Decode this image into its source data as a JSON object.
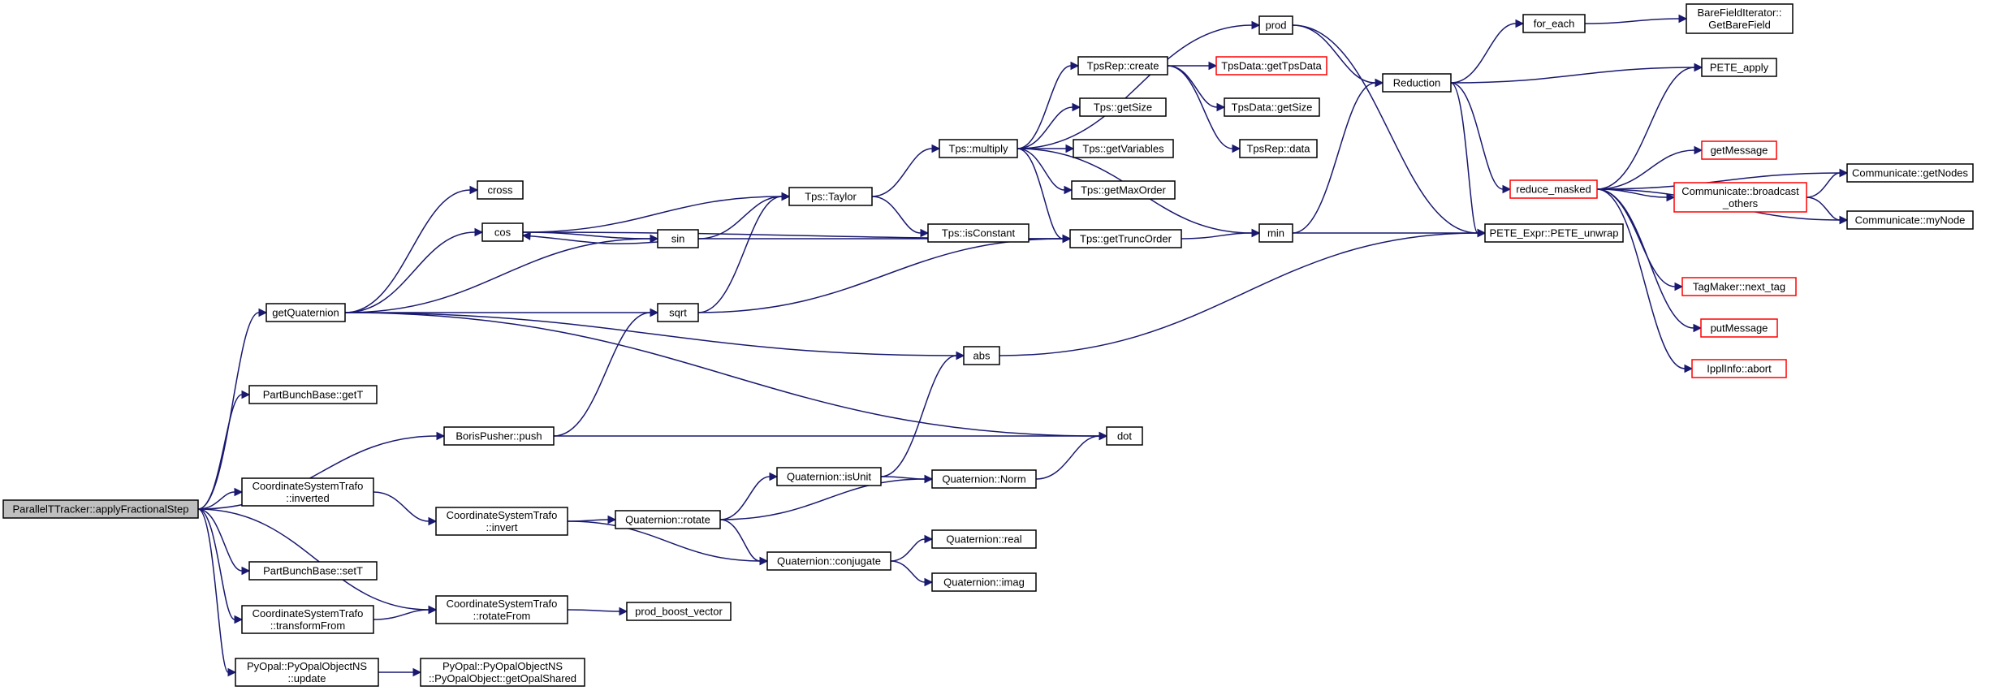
{
  "nodes": [
    {
      "id": "root",
      "lines": [
        "ParallelTTracker::applyFractionalStep"
      ],
      "kind": "root"
    },
    {
      "id": "getQuaternion",
      "lines": [
        "getQuaternion"
      ]
    },
    {
      "id": "pbb_getT",
      "lines": [
        "PartBunchBase::getT"
      ]
    },
    {
      "id": "boris_push",
      "lines": [
        "BorisPusher::push"
      ]
    },
    {
      "id": "cst_inverted",
      "lines": [
        "CoordinateSystemTrafo",
        "::inverted"
      ]
    },
    {
      "id": "pbb_setT",
      "lines": [
        "PartBunchBase::setT"
      ]
    },
    {
      "id": "cst_transformFrom",
      "lines": [
        "CoordinateSystemTrafo",
        "::transformFrom"
      ]
    },
    {
      "id": "pyopal_update",
      "lines": [
        "PyOpal::PyOpalObjectNS",
        "::update"
      ]
    },
    {
      "id": "cross",
      "lines": [
        "cross"
      ]
    },
    {
      "id": "cos",
      "lines": [
        "cos"
      ]
    },
    {
      "id": "sin",
      "lines": [
        "sin"
      ]
    },
    {
      "id": "sqrt",
      "lines": [
        "sqrt"
      ]
    },
    {
      "id": "abs",
      "lines": [
        "abs"
      ]
    },
    {
      "id": "dot",
      "lines": [
        "dot"
      ]
    },
    {
      "id": "cst_invert",
      "lines": [
        "CoordinateSystemTrafo",
        "::invert"
      ]
    },
    {
      "id": "cst_rotateFrom",
      "lines": [
        "CoordinateSystemTrafo",
        "::rotateFrom"
      ]
    },
    {
      "id": "pyopal_getShared",
      "lines": [
        "PyOpal::PyOpalObjectNS",
        "::PyOpalObject::getOpalShared"
      ]
    },
    {
      "id": "tps_taylor",
      "lines": [
        "Tps::Taylor"
      ]
    },
    {
      "id": "tps_multiply",
      "lines": [
        "Tps::multiply"
      ]
    },
    {
      "id": "tps_isConstant",
      "lines": [
        "Tps::isConstant"
      ]
    },
    {
      "id": "tps_getTruncOrder",
      "lines": [
        "Tps::getTruncOrder"
      ]
    },
    {
      "id": "tpsrep_create",
      "lines": [
        "TpsRep::create"
      ]
    },
    {
      "id": "tps_getSize",
      "lines": [
        "Tps::getSize"
      ]
    },
    {
      "id": "tps_getVariables",
      "lines": [
        "Tps::getVariables"
      ]
    },
    {
      "id": "tps_getMaxOrder",
      "lines": [
        "Tps::getMaxOrder"
      ]
    },
    {
      "id": "tpsdata_getTpsData",
      "lines": [
        "TpsData::getTpsData"
      ],
      "kind": "truncated"
    },
    {
      "id": "tpsdata_getSize",
      "lines": [
        "TpsData::getSize"
      ]
    },
    {
      "id": "tpsrep_data",
      "lines": [
        "TpsRep::data"
      ]
    },
    {
      "id": "prod",
      "lines": [
        "prod"
      ]
    },
    {
      "id": "min",
      "lines": [
        "min"
      ]
    },
    {
      "id": "reduction",
      "lines": [
        "Reduction"
      ]
    },
    {
      "id": "for_each",
      "lines": [
        "for_each"
      ]
    },
    {
      "id": "bfi_getBareField",
      "lines": [
        "BareFieldIterator::",
        "GetBareField"
      ]
    },
    {
      "id": "pete_apply",
      "lines": [
        "PETE_apply"
      ]
    },
    {
      "id": "reduce_masked",
      "lines": [
        "reduce_masked"
      ],
      "kind": "truncated"
    },
    {
      "id": "pete_unwrap",
      "lines": [
        "PETE_Expr::PETE_unwrap"
      ]
    },
    {
      "id": "getMessage",
      "lines": [
        "getMessage"
      ],
      "kind": "truncated"
    },
    {
      "id": "comm_broadcast",
      "lines": [
        "Communicate::broadcast",
        "_others"
      ],
      "kind": "truncated"
    },
    {
      "id": "comm_getNodes",
      "lines": [
        "Communicate::getNodes"
      ]
    },
    {
      "id": "comm_myNode",
      "lines": [
        "Communicate::myNode"
      ]
    },
    {
      "id": "tagmaker_next",
      "lines": [
        "TagMaker::next_tag"
      ],
      "kind": "truncated"
    },
    {
      "id": "putMessage",
      "lines": [
        "putMessage"
      ],
      "kind": "truncated"
    },
    {
      "id": "ipplinfo_abort",
      "lines": [
        "IpplInfo::abort"
      ],
      "kind": "truncated"
    },
    {
      "id": "q_rotate",
      "lines": [
        "Quaternion::rotate"
      ]
    },
    {
      "id": "q_isUnit",
      "lines": [
        "Quaternion::isUnit"
      ]
    },
    {
      "id": "q_norm",
      "lines": [
        "Quaternion::Norm"
      ]
    },
    {
      "id": "q_conjugate",
      "lines": [
        "Quaternion::conjugate"
      ]
    },
    {
      "id": "q_real",
      "lines": [
        "Quaternion::real"
      ]
    },
    {
      "id": "q_imag",
      "lines": [
        "Quaternion::imag"
      ]
    },
    {
      "id": "prod_boost",
      "lines": [
        "prod_boost_vector"
      ]
    }
  ],
  "edges": [
    [
      "root",
      "getQuaternion"
    ],
    [
      "root",
      "pbb_getT"
    ],
    [
      "root",
      "boris_push"
    ],
    [
      "root",
      "cst_inverted"
    ],
    [
      "root",
      "pbb_setT"
    ],
    [
      "root",
      "cst_transformFrom"
    ],
    [
      "root",
      "cst_rotateFrom"
    ],
    [
      "root",
      "pyopal_update"
    ],
    [
      "getQuaternion",
      "cross"
    ],
    [
      "getQuaternion",
      "cos"
    ],
    [
      "getQuaternion",
      "sin"
    ],
    [
      "getQuaternion",
      "sqrt"
    ],
    [
      "getQuaternion",
      "abs"
    ],
    [
      "getQuaternion",
      "dot"
    ],
    [
      "cos",
      "tps_taylor"
    ],
    [
      "cos",
      "sin"
    ],
    [
      "cos",
      "tps_getTruncOrder"
    ],
    [
      "sin",
      "cos"
    ],
    [
      "sin",
      "tps_taylor"
    ],
    [
      "sin",
      "tps_getTruncOrder"
    ],
    [
      "sqrt",
      "tps_taylor"
    ],
    [
      "sqrt",
      "tps_getTruncOrder"
    ],
    [
      "tps_taylor",
      "tps_multiply"
    ],
    [
      "tps_taylor",
      "tps_isConstant"
    ],
    [
      "tps_multiply",
      "prod"
    ],
    [
      "tps_multiply",
      "tpsrep_create"
    ],
    [
      "tps_multiply",
      "tps_getSize"
    ],
    [
      "tps_multiply",
      "tps_getVariables"
    ],
    [
      "tps_multiply",
      "tps_getMaxOrder"
    ],
    [
      "tps_multiply",
      "tps_getTruncOrder"
    ],
    [
      "tps_multiply",
      "min"
    ],
    [
      "tpsrep_create",
      "tpsdata_getTpsData"
    ],
    [
      "tpsrep_create",
      "tpsdata_getSize"
    ],
    [
      "tpsrep_create",
      "tpsrep_data"
    ],
    [
      "tps_getTruncOrder",
      "min"
    ],
    [
      "prod",
      "reduction"
    ],
    [
      "prod",
      "pete_unwrap"
    ],
    [
      "min",
      "reduction"
    ],
    [
      "min",
      "pete_unwrap"
    ],
    [
      "reduction",
      "for_each"
    ],
    [
      "reduction",
      "pete_apply"
    ],
    [
      "reduction",
      "reduce_masked"
    ],
    [
      "reduction",
      "pete_unwrap"
    ],
    [
      "for_each",
      "bfi_getBareField"
    ],
    [
      "reduce_masked",
      "pete_apply"
    ],
    [
      "reduce_masked",
      "getMessage"
    ],
    [
      "reduce_masked",
      "comm_broadcast"
    ],
    [
      "reduce_masked",
      "comm_getNodes"
    ],
    [
      "reduce_masked",
      "comm_myNode"
    ],
    [
      "reduce_masked",
      "tagmaker_next"
    ],
    [
      "reduce_masked",
      "putMessage"
    ],
    [
      "reduce_masked",
      "ipplinfo_abort"
    ],
    [
      "comm_broadcast",
      "comm_getNodes"
    ],
    [
      "comm_broadcast",
      "comm_myNode"
    ],
    [
      "abs",
      "pete_unwrap"
    ],
    [
      "boris_push",
      "sqrt"
    ],
    [
      "boris_push",
      "dot"
    ],
    [
      "cst_inverted",
      "cst_invert"
    ],
    [
      "cst_invert",
      "q_rotate"
    ],
    [
      "cst_invert",
      "q_conjugate"
    ],
    [
      "q_rotate",
      "q_isUnit"
    ],
    [
      "q_rotate",
      "q_norm"
    ],
    [
      "q_rotate",
      "q_conjugate"
    ],
    [
      "q_isUnit",
      "abs"
    ],
    [
      "q_isUnit",
      "q_norm"
    ],
    [
      "q_norm",
      "dot"
    ],
    [
      "q_conjugate",
      "q_real"
    ],
    [
      "q_conjugate",
      "q_imag"
    ],
    [
      "cst_transformFrom",
      "cst_rotateFrom"
    ],
    [
      "cst_rotateFrom",
      "prod_boost"
    ],
    [
      "pyopal_update",
      "pyopal_getShared"
    ]
  ],
  "colors": {
    "edge": "#191970",
    "root_fill": "#bfbfbf",
    "truncated_border": "#ff0000",
    "node_border": "#000000"
  }
}
